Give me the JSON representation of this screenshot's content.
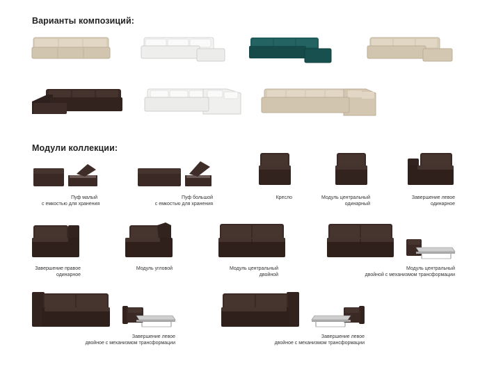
{
  "headings": {
    "compositions": "Варианты композиций:",
    "modules": "Модули коллекции:"
  },
  "colors": {
    "beige": "#d8ccb8",
    "white": "#f2f2f0",
    "teal": "#17504f",
    "dark_brown": "#3b2a26",
    "mechanism_gray": "#b9b9b9"
  },
  "captions": {
    "pouf_small": [
      "Пуф малый",
      "с емкостью для хранения"
    ],
    "pouf_big": [
      "Пуф большой",
      "с емкостью для хранения"
    ],
    "armchair": [
      "Кресло"
    ],
    "center_single": [
      "Модуль центральный",
      "одинарный"
    ],
    "end_left_single": [
      "Завершение левое",
      "одинарное"
    ],
    "end_right_single": [
      "Завершение правое",
      "одинарное"
    ],
    "corner": [
      "Модуль угловой"
    ],
    "center_double": [
      "Модуль центральный",
      "двойной"
    ],
    "center_double_mech": [
      "Модуль центральный",
      "двойной с механизмом трансформации"
    ],
    "end_left_double_mech_1": [
      "Завершение левое",
      "двойное с механизмом трансформации"
    ],
    "end_left_double_mech_2": [
      "Завершение левое",
      "двойное с механизмом трансформации"
    ]
  }
}
